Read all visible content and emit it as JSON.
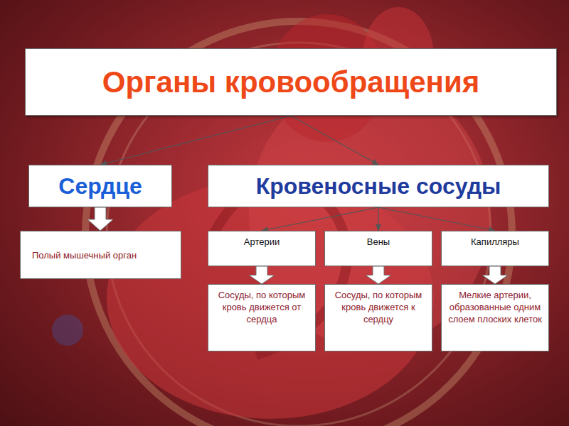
{
  "diagram": {
    "nodes": [
      {
        "text": [
          "Органы кровообращения"
        ]
      },
      {
        "text": [
          "Сердце"
        ]
      },
      {
        "text": [
          "Кровеносные сосуды"
        ]
      },
      {
        "text": [
          "Полый мышечный орган"
        ]
      },
      {
        "text": [
          "Артерии"
        ]
      },
      {
        "text": [
          "Вены"
        ]
      },
      {
        "text": [
          "Капилляры"
        ]
      },
      {
        "text": [
          "Сосуды, по которым кровь движется от сердца"
        ]
      },
      {
        "text": [
          "Сосуды, по которым кровь движется к сердцу"
        ]
      },
      {
        "text": [
          "Мелкие артерии, образованные одним слоем плоских клеток"
        ]
      }
    ],
    "edges": [
      {
        "from": 0,
        "to": 1,
        "arrow": "to"
      },
      {
        "from": 0,
        "to": 2,
        "arrow": "to"
      },
      {
        "from": 1,
        "to": 3,
        "arrow": "to"
      },
      {
        "from": 2,
        "to": 4,
        "arrow": "to"
      },
      {
        "from": 2,
        "to": 5,
        "arrow": "to"
      },
      {
        "from": 2,
        "to": 6,
        "arrow": "to"
      },
      {
        "from": 4,
        "to": 7,
        "arrow": "to"
      },
      {
        "from": 5,
        "to": 8,
        "arrow": "to"
      },
      {
        "from": 6,
        "to": 9,
        "arrow": "to"
      }
    ]
  }
}
